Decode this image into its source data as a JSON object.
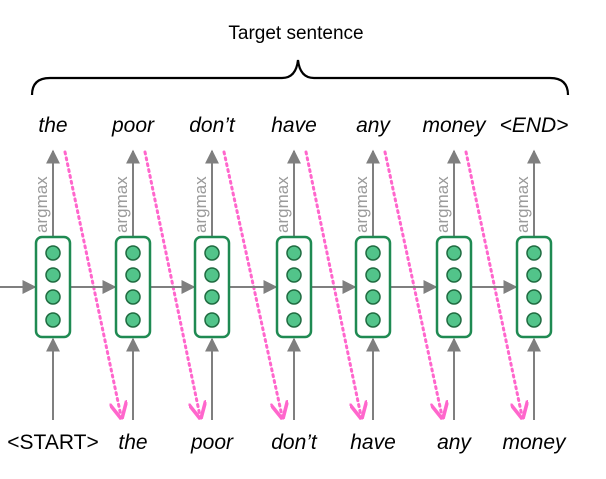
{
  "title": "Target sentence",
  "output_words": [
    "the",
    "poor",
    "don’t",
    "have",
    "any",
    "money",
    "<END>"
  ],
  "input_words": [
    "<START>",
    "the",
    "poor",
    "don’t",
    "have",
    "any",
    "money"
  ],
  "argmax_label": "argmax",
  "colors": {
    "cell_border": "#1f8a52",
    "cell_fill": "#ffffff",
    "dot_fill": "#52c48a",
    "dot_stroke": "#1f6b40",
    "arrow": "#7f7f7f",
    "feedback": "#ff66cc",
    "brace": "#000000"
  }
}
